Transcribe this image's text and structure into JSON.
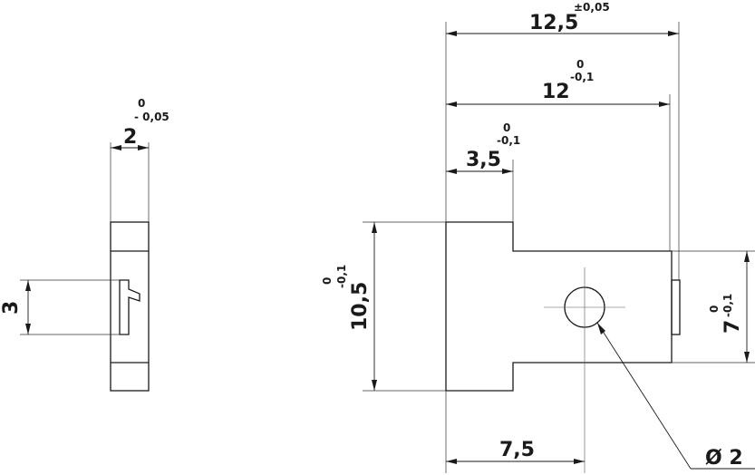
{
  "colors": {
    "line": "#1a1a1a",
    "background": "#ffffff"
  },
  "side_view": {
    "width_nominal": "2",
    "width_tol_upper": "0",
    "width_tol_lower": "- 0,05",
    "slot_height": "3"
  },
  "front_view": {
    "overall_length": "12,5",
    "overall_length_tol": "±0,05",
    "body_length": "12",
    "body_length_tol_upper": "0",
    "body_length_tol_lower": "-0,1",
    "head_length": "3,5",
    "head_length_tol_upper": "0",
    "head_length_tol_lower": "-0,1",
    "head_height": "10,5",
    "head_height_tol_upper": "0",
    "head_height_tol_lower": "-0,1",
    "body_height": "7",
    "body_height_tol_upper": "0",
    "body_height_tol_lower": "-0,1",
    "hole_position": "7,5",
    "hole_diameter": "Ø 2"
  }
}
